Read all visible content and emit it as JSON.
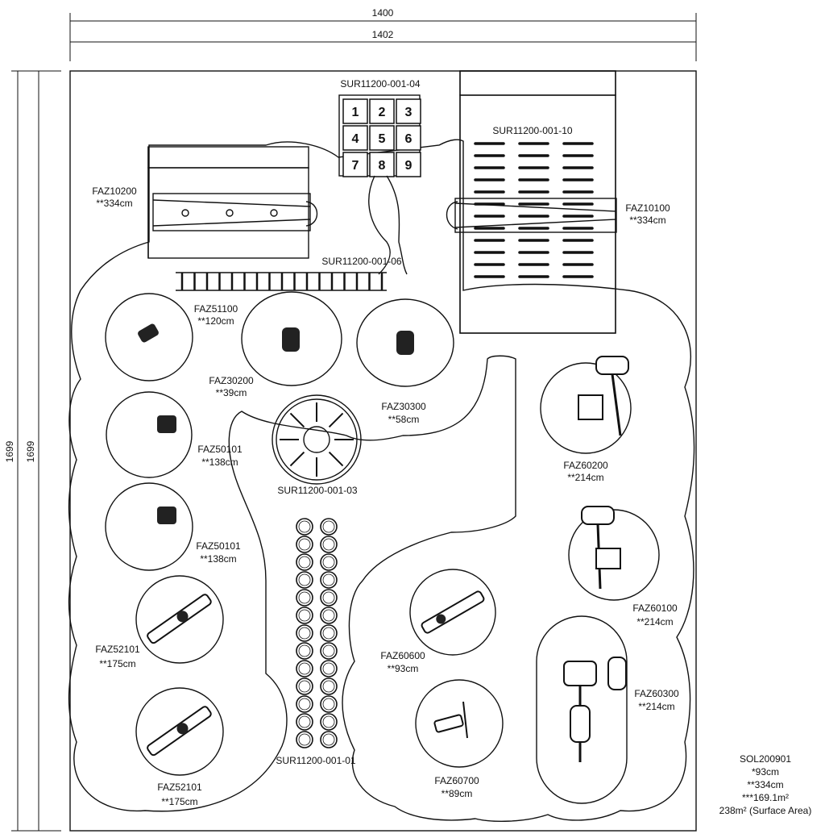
{
  "dimensions": {
    "width_outer": "1400",
    "width_inner": "1402",
    "height_outer": "1699",
    "height_inner": "1699"
  },
  "labels": {
    "sur04": "SUR11200-001-04",
    "sur10": "SUR11200-001-10",
    "faz10200": [
      "FAZ10200",
      "**334cm"
    ],
    "faz10100": [
      "FAZ10100",
      "**334cm"
    ],
    "sur06": "SUR11200-001-06",
    "faz51100": [
      "FAZ51100",
      "**120cm"
    ],
    "faz30200": [
      "FAZ30200",
      "**39cm"
    ],
    "faz30300": [
      "FAZ30300",
      "**58cm"
    ],
    "faz50101a": [
      "FAZ50101",
      "**138cm"
    ],
    "faz50101b": [
      "FAZ50101",
      "**138cm"
    ],
    "sur03": "SUR11200-001-03",
    "faz60200": [
      "FAZ60200",
      "**214cm"
    ],
    "faz60100": [
      "FAZ60100",
      "**214cm"
    ],
    "faz52101a": [
      "FAZ52101",
      "**175cm"
    ],
    "faz52101b": [
      "FAZ52101",
      "**175cm"
    ],
    "faz60600": [
      "FAZ60600",
      "**93cm"
    ],
    "faz60300": [
      "FAZ60300",
      "**214cm"
    ],
    "faz60700": [
      "FAZ60700",
      "**89cm"
    ],
    "sur01": "SUR11200-001-01"
  },
  "hopscotch_numbers": [
    "1",
    "2",
    "3",
    "4",
    "5",
    "6",
    "7",
    "8",
    "9"
  ],
  "legend": {
    "code": "SOL200901",
    "line1": "*93cm",
    "line2": "**334cm",
    "line3": "***169.1m²",
    "line4": "238m² (Surface Area)"
  }
}
